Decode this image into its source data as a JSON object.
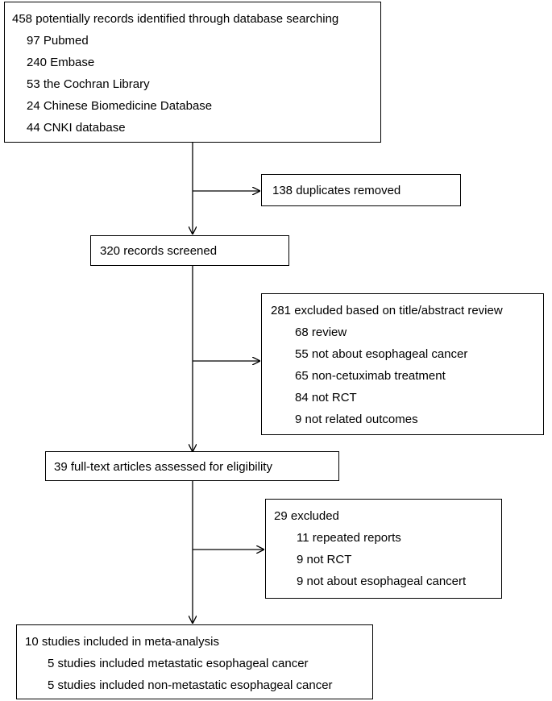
{
  "identification": {
    "title": "458 potentially records identified through database searching",
    "items": [
      "97 Pubmed",
      "240 Embase",
      "53 the Cochran Library",
      "24 Chinese Biomedicine Database",
      "44 CNKI database"
    ]
  },
  "duplicates": {
    "title": "138 duplicates removed"
  },
  "screened": {
    "title": "320 records screened"
  },
  "excluded_abstract": {
    "title": "281 excluded based on title/abstract review",
    "items": [
      "68 review",
      "55 not about esophageal cancer",
      "65 non-cetuximab treatment",
      "84 not RCT",
      "9 not related outcomes"
    ]
  },
  "eligibility": {
    "title": "39 full-text articles assessed for eligibility"
  },
  "excluded_fulltext": {
    "title": "29 excluded",
    "items": [
      "11 repeated reports",
      "9 not RCT",
      "9 not about esophageal cancert"
    ]
  },
  "included": {
    "title": "10 studies included in meta-analysis",
    "items": [
      "5 studies included metastatic esophageal cancer",
      "5 studies included non-metastatic esophageal cancer"
    ]
  }
}
